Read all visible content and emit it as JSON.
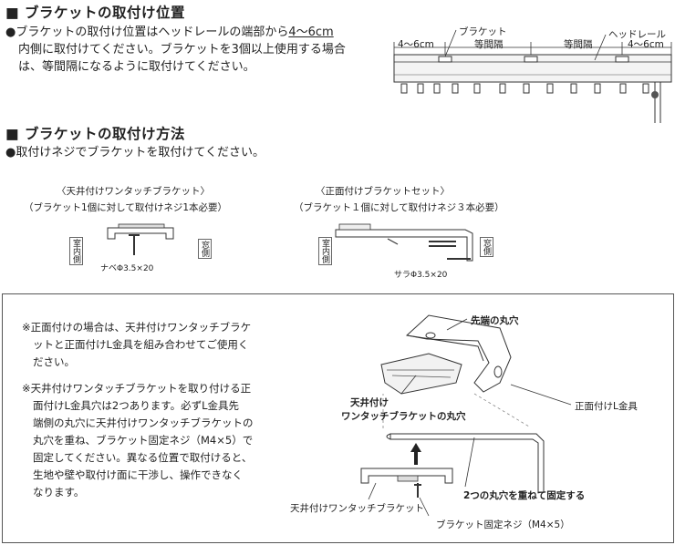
{
  "section1": {
    "heading": "■ ブラケットの取付け位置",
    "line1_pre": "●ブラケットの取付け位置はヘッドレールの端部から",
    "line1_em": "4〜6cm",
    "line2": "内側に取付けてください。ブラケットを3個以上使用する場合",
    "line3": "は、等間隔になるように取付けてください。",
    "diagram": {
      "label_bracket": "ブラケット",
      "label_headrail": "ヘッドレール",
      "label_left_dist": "4〜6cm",
      "label_mid1": "等間隔",
      "label_mid2": "等間隔",
      "label_right_dist": "4〜6cm"
    }
  },
  "section2": {
    "heading": "■ ブラケットの取付け方法",
    "bullet": "●取付けネジでブラケットを取付けてください。",
    "left": {
      "title": "〈天井付けワンタッチブラケット〉",
      "sub": "（ブラケット1個に対して取付けネジ1本必要）",
      "room": "室内側",
      "window": "窓側",
      "screw": "ナベΦ3.5×20"
    },
    "right": {
      "title": "〈正面付けブラケットセット〉",
      "sub": "（ブラケット１個に対して取付けネジ３本必要）",
      "room": "室内側",
      "window": "窓側",
      "screw": "サラΦ3.5×20"
    }
  },
  "box": {
    "note1": [
      "※正面付けの場合は、天井付けワンタッチブラケ",
      "ットと正面付けL金具を組み合わせてご使用く",
      "ださい。"
    ],
    "note2": [
      "※天井付けワンタッチブラケットを取り付ける正",
      "面付けL金具穴は2つあります。必ずL金具先",
      "端側の丸穴に天井付けワンタッチブラケットの",
      "丸穴を重ね、ブラケット固定ネジ（M4×5）で",
      "固定してください。異なる位置で取付けると、",
      "生地や壁や取付け面に干渉し、操作できなく",
      "なります。"
    ],
    "label_tip_hole": "先端の丸穴",
    "label_onetouch_hole_1": "天井付け",
    "label_onetouch_hole_2": "ワンタッチブラケットの丸穴",
    "label_l_bracket": "正面付けL金具",
    "label_two_holes": "2つの丸穴を重ねて固定する",
    "label_onetouch": "天井付けワンタッチブラケット",
    "label_fix_screw": "ブラケット固定ネジ（M4×5）"
  }
}
